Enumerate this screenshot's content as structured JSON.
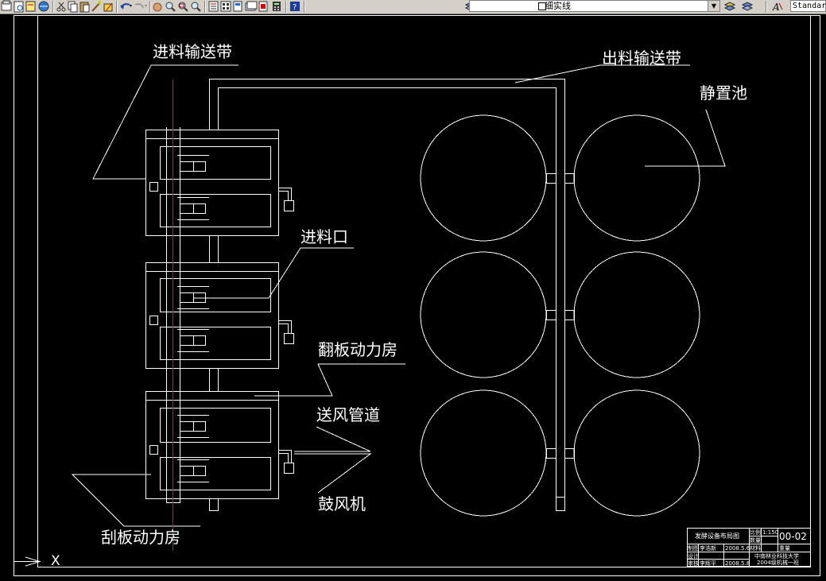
{
  "toolbar": {
    "layer_name": "细实线",
    "text_style": "Standard",
    "icons": [
      "plot-icon",
      "plot-preview-icon",
      "publish-icon",
      "3d-dwf-icon",
      "cut-icon",
      "copy-icon",
      "paste-icon",
      "match-properties-icon",
      "block-editor-icon",
      "undo-icon",
      "redo-icon",
      "pan-icon",
      "zoom-realtime-icon",
      "zoom-window-icon",
      "zoom-previous-icon",
      "properties-icon",
      "design-center-icon",
      "tool-palettes-icon",
      "sheet-set-icon",
      "markup-icon",
      "calculator-icon",
      "help-icon",
      "layer-manager-icon",
      "bulb-icon",
      "sun-icon",
      "lock-icon",
      "color-icon",
      "layer-previous-icon",
      "text-style-icon"
    ]
  },
  "labels": {
    "feed_conveyor": "进料输送带",
    "discharge_conveyor": "出料输送带",
    "settling_tank": "静置池",
    "feed_inlet": "进料口",
    "flip_power_room": "翻板动力房",
    "air_duct": "送风管道",
    "blower": "鼓风机",
    "scraper_power_room": "刮板动力房"
  },
  "ucs_label": "X",
  "title_block": {
    "drawing_title": "发酵设备布局图",
    "drawing_code": "00-02",
    "scale_label": "比例",
    "scale_value": "1:150",
    "quantity_label": "数量",
    "material_label": "材料",
    "drawn_label": "制图",
    "drawn_name": "李浩新",
    "drawn_date": "2008.5.6",
    "weight_label": "重量",
    "design_label": "设计",
    "check_label": "审核",
    "check_name": "李辉平",
    "check_date": "2008.5.8",
    "university": "中南林业科技大学",
    "class_name": "2004级机械一班"
  }
}
